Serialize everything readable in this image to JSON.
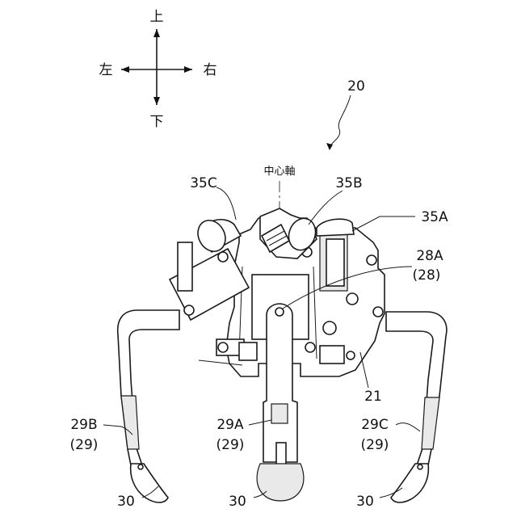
{
  "directions": {
    "up": "上",
    "down": "下",
    "left": "左",
    "right": "右"
  },
  "center_axis": "中心軸",
  "labels": {
    "device": "20",
    "p35C": "35C",
    "p35B": "35B",
    "p35A": "35A",
    "p28A": "28A",
    "p28": "(28)",
    "p21": "21",
    "p29B": "29B",
    "p29A": "29A",
    "p29C": "29C",
    "p29_left": "(29)",
    "p29_mid": "(29)",
    "p29_right": "(29)",
    "p30_left": "30",
    "p30_mid": "30",
    "p30_right": "30"
  }
}
